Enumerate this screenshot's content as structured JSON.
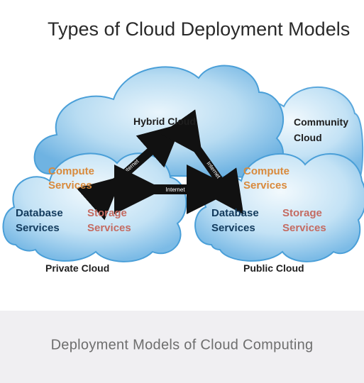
{
  "diagram": {
    "title": "Types of Cloud Deployment Models",
    "hybrid_label": "Hybrid Cloud",
    "community_label_line1": "Community",
    "community_label_line2": "Cloud",
    "private_label": "Private Cloud",
    "public_label": "Public Cloud",
    "private_compute_line1": "Compute",
    "private_compute_line2": "Services",
    "private_database_line1": "Database",
    "private_database_line2": "Services",
    "private_storage_line1": "Storage",
    "private_storage_line2": "Services",
    "public_compute_line1": "Compute",
    "public_compute_line2": "Services",
    "public_database_line1": "Database",
    "public_database_line2": "Services",
    "public_storage_line1": "Storage",
    "public_storage_line2": "Services",
    "arrow_left_label": "Internet",
    "arrow_right_label": "Internet",
    "arrow_bottom_label": "Internet"
  },
  "caption": "Deployment Models of Cloud Computing",
  "colors": {
    "cloud_fill": "#a9d3ee",
    "cloud_edge": "#4a9fd8",
    "compute_text": "#d98a3c",
    "storage_text": "#c46b62",
    "database_text": "#123a5c",
    "caption_bar": "#f0eff2"
  }
}
